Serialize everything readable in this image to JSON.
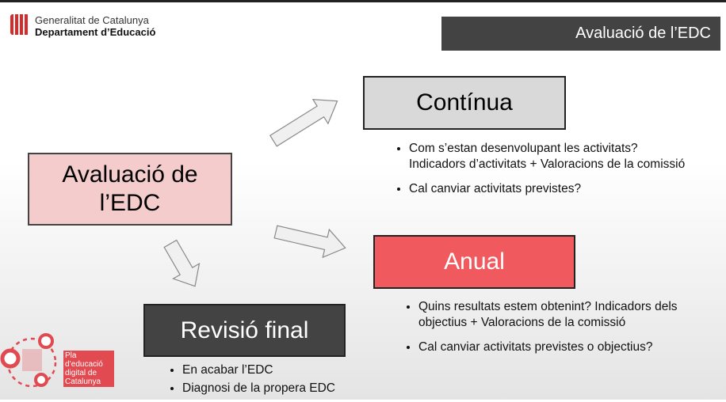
{
  "header": {
    "org_line1": "Generalitat de Catalunya",
    "org_line2": "Departament d’Educació",
    "title": "Avaluació de l’EDC"
  },
  "main_box": {
    "label": "Avaluació de l’EDC"
  },
  "continua": {
    "label": "Contínua",
    "bullets": [
      "Com s’estan desenvolupant les activitats? Indicadors d’activitats + Valoracions de la comissió",
      "Cal canviar activitats previstes?"
    ]
  },
  "anual": {
    "label": "Anual",
    "bullets": [
      "Quins resultats estem obtenint? Indicadors dels objectius + Valoracions de la comissió",
      "Cal canviar activitats previstes o objectius?"
    ]
  },
  "revisio": {
    "label": "Revisió final",
    "bullets": [
      "En acabar l’EDC",
      "Diagnosi de la propera EDC"
    ]
  },
  "footer_logo": {
    "text": "Pla d’educació digital de Catalunya"
  },
  "colors": {
    "pink": "#f4cccc",
    "red": "#f05a5f",
    "grey": "#d9d9d9",
    "dark": "#434343"
  }
}
